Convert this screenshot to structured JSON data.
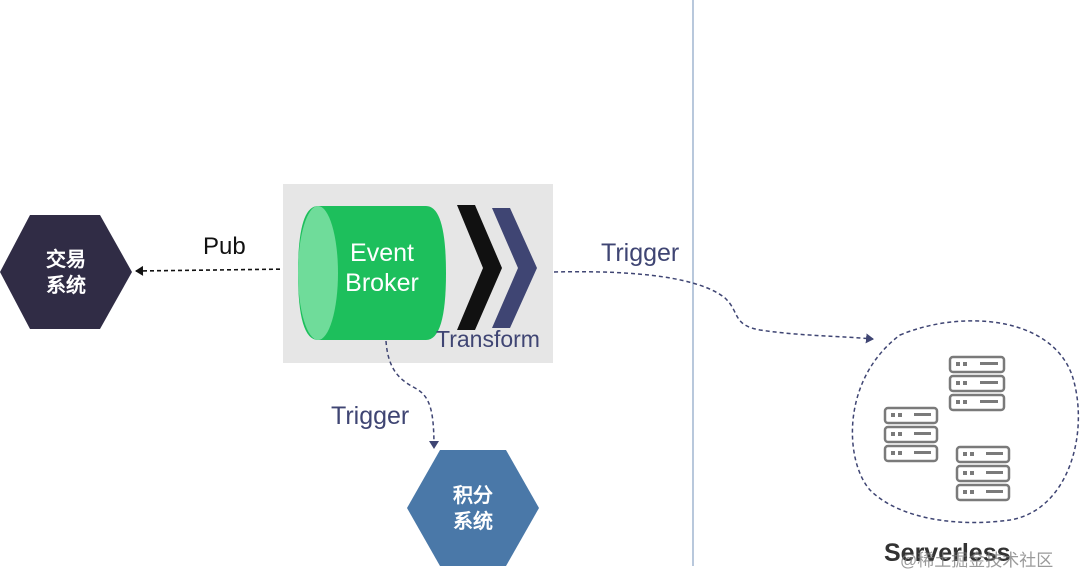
{
  "colors": {
    "dark_hex": "#302c45",
    "blue_hex": "#4a78a8",
    "broker_green": "#1dbf5c",
    "broker_light": "#6fdc9a",
    "panel_gray": "#e6e6e6",
    "navy": "#3f4573",
    "divider": "#8aa4c4"
  },
  "left_system": {
    "line1": "交易",
    "line2": "系统"
  },
  "pub_label": "Pub",
  "broker": {
    "line1": "Event",
    "line2": "Broker"
  },
  "transform_label": "Transform",
  "trigger_right": "Trigger",
  "trigger_down": "Trigger",
  "bottom_system": {
    "line1": "积分",
    "line2": "系统"
  },
  "serverless_label": "Serverless",
  "watermark": "@稀土掘金技术社区",
  "icons": [
    "server-rack-icon",
    "server-rack-icon",
    "server-rack-icon"
  ]
}
